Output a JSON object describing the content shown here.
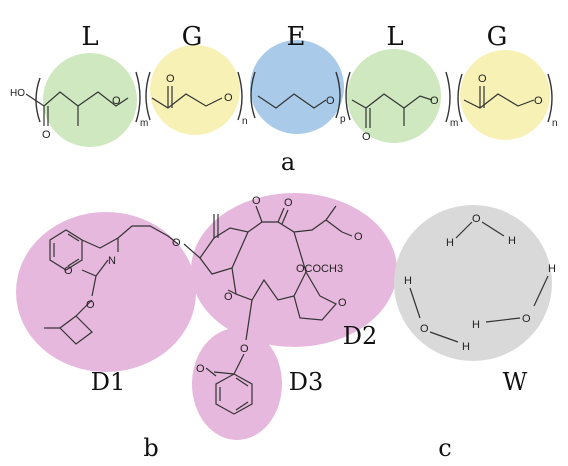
{
  "panel_a": {
    "segment_labels": [
      "L",
      "G",
      "E",
      "L",
      "G"
    ],
    "subscripts": [
      "m",
      "n",
      "p",
      "m",
      "n"
    ],
    "end_group": "HO",
    "atom_o": "O",
    "caption": "a",
    "colors": {
      "L": "#cfe8bf",
      "G": "#f7f1b6",
      "E": "#a9cbe9"
    }
  },
  "panel_b": {
    "region_labels": [
      "D1",
      "D2",
      "D3"
    ],
    "atom_n": "N",
    "atom_o": "O",
    "acetyl_group": "OCOCH3",
    "caption": "b",
    "color": "#e7b8dd"
  },
  "panel_c": {
    "region_label": "W",
    "atom_h": "H",
    "atom_o": "O",
    "caption": "c",
    "color": "#d9d9d9"
  }
}
